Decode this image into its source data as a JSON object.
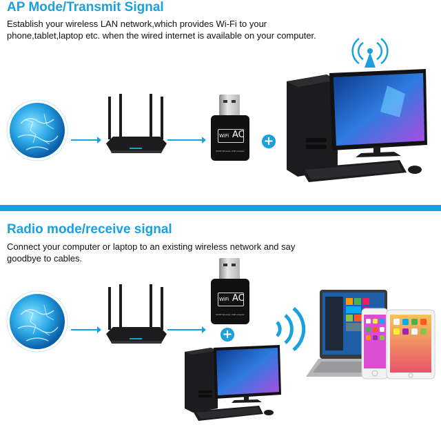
{
  "section_ap": {
    "title": "AP Mode/Transmit Signal",
    "description": "Establish your wireless LAN network,which provides Wi-Fi to your phone,tablet,laptop etc. when the wired internet is available on your computer."
  },
  "section_radio": {
    "title": "Radio mode/receive signal",
    "description": "Connect your computer or laptop to an existing wireless network and say goodbye to cables."
  },
  "dongle": {
    "badge_wifi": "WiFi",
    "badge_ac": "AC",
    "caption": "600M Wireless USB Adapter"
  },
  "icons": {
    "plus": "+",
    "globe": "globe-icon",
    "router": "router-icon",
    "arrow": "arrow-right-icon",
    "antenna": "antenna-signal-icon",
    "wifi_waves": "wifi-waves-icon"
  },
  "colors": {
    "accent": "#1aa0dc",
    "device_dark": "#1c1c1e"
  }
}
